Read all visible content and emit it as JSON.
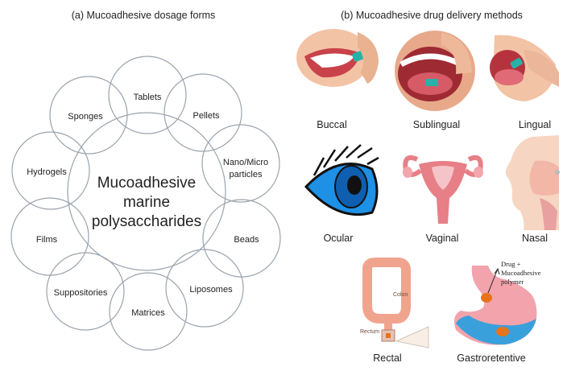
{
  "panel_a": {
    "title": "(a) Mucoadhesive dosage forms",
    "center": [
      "Mucoadhesive",
      "marine",
      "polysaccharides"
    ],
    "forms": [
      [
        "Tablets"
      ],
      [
        "Pellets"
      ],
      [
        "Nano/Micro",
        "particles"
      ],
      [
        "Beads"
      ],
      [
        "Liposomes"
      ],
      [
        "Matrices"
      ],
      [
        "Suppositories"
      ],
      [
        "Films"
      ],
      [
        "Hydrogels"
      ],
      [
        "Sponges"
      ]
    ]
  },
  "panel_b": {
    "title": "(b) Mucoadhesive drug delivery methods",
    "methods": [
      "Buccal",
      "Sublingual",
      "Lingual",
      "Ocular",
      "Vaginal",
      "Nasal",
      "Rectal",
      "Gastroretentive"
    ],
    "colon_label": "Colon",
    "rectum_label": "Rectum",
    "annotation": [
      "Drug +",
      "Mucoadhesive",
      "polymer"
    ]
  },
  "colors": {
    "circle_stroke": "#9aa3ac",
    "eye_blue": "#1e90e6",
    "uterus_pink": "#e77f87",
    "stomach_pink": "#f2a3ab",
    "stomach_blue": "#3aa0dc",
    "drug_orange": "#e8731a",
    "skin": "#f3c3a5",
    "lips": "#c9424a",
    "tablet_teal": "#27b2a8",
    "colon_pink": "#f0a48e"
  }
}
